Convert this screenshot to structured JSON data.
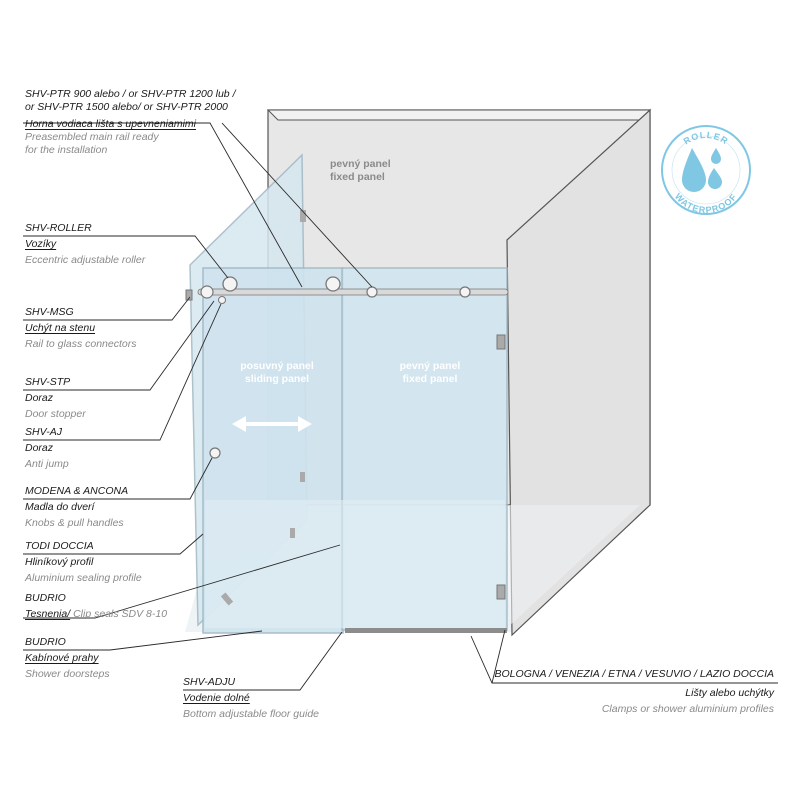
{
  "labels": {
    "ptr": {
      "code_line1": "SHV-PTR 900 alebo / or SHV-PTR 1200 lub /",
      "code_line2": "or SHV-PTR 1500 alebo/ or SHV-PTR 2000",
      "sk": "Horna vodiaca lišta s upevneniamimi",
      "en_line1": "Preasembled main rail ready",
      "en_line2": "for the installation"
    },
    "roller": {
      "code": "SHV-ROLLER",
      "sk": "Vozíky",
      "en": "Eccentric adjustable roller"
    },
    "msg": {
      "code": "SHV-MSG",
      "sk": "Uchýt na stenu",
      "en": "Rail to glass connectors"
    },
    "stp": {
      "code": "SHV-STP",
      "sk": "Doraz",
      "en": "Door stopper"
    },
    "aj": {
      "code": "SHV-AJ",
      "sk": "Doraz",
      "en": "Anti jump"
    },
    "modena": {
      "code": "MODENA & ANCONA",
      "sk": "Madla do dverí",
      "en": "Knobs & pull handles"
    },
    "todi": {
      "code": "TODI DOCCIA",
      "sk": "Hliníkový profil",
      "en": "Aluminium sealing profile"
    },
    "budrio1": {
      "code": "BUDRIO",
      "sk": "Tesnenia/",
      "sk_tail": " Clip seals SDV 8-10"
    },
    "budrio2": {
      "code": "BUDRIO",
      "sk": "Kabínové prahy",
      "en": "Shower doorsteps"
    },
    "adju": {
      "code": "SHV-ADJU",
      "sk": "Vodenie dolné",
      "en": "Bottom adjustable floor guide"
    },
    "bologna": {
      "code": "BOLOGNA / VENEZIA / ETNA / VESUVIO / LAZIO DOCCIA",
      "sk": "Lišty alebo uchýtky",
      "en": "Clamps or shower aluminium profiles"
    }
  },
  "panels": {
    "back": {
      "sk": "pevný panel",
      "en": "fixed panel"
    },
    "sliding": {
      "sk": "posuvný panel",
      "en": "sliding panel"
    },
    "front": {
      "sk": "pevný panel",
      "en": "fixed panel"
    }
  },
  "badge": {
    "top": "ROLLER",
    "bottom": "WATERPROOF"
  },
  "colors": {
    "wall": "#e6e6e6",
    "wall_edge": "#555555",
    "glass": "#d3e6ef",
    "glass_edge": "#9fb8c4",
    "badge": "#7fc7e3",
    "leader": "#2a2a2a"
  }
}
